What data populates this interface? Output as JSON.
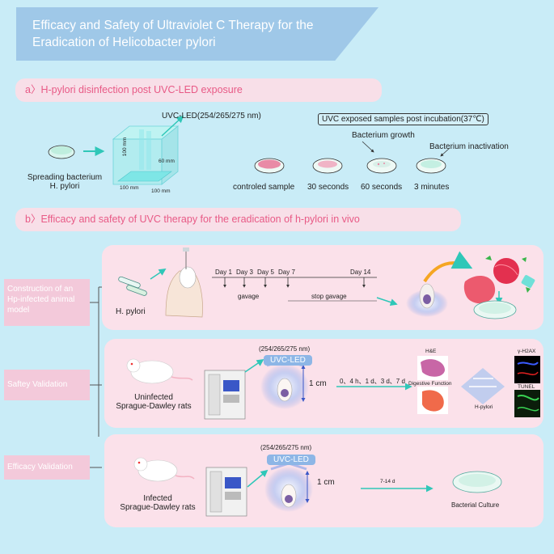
{
  "title": {
    "line1": "Efficacy and Safety of Ultraviolet C Therapy for the",
    "line2": "Eradication of Helicobacter pylori"
  },
  "section_a": {
    "label": "a〉H-pylori disinfection post UVC-LED  exposure",
    "spreading_line1": "Spreading bacterium",
    "spreading_line2": "H. pylori",
    "uvc_led": "UVC-LED(254/265/275 nm)",
    "box_dim_1": "100 mm",
    "box_dim_2": "100 mm",
    "box_dim_3": "100 mm",
    "box_inner": "60 mm",
    "incubation_box": "UVC exposed samples post incubation(37℃)",
    "bacterium_growth": "Bacterium growth",
    "bacterium_inactivation": "Bacterium inactivation",
    "samples": [
      "controled sample",
      "30 seconds",
      "60 seconds",
      "3 minutes"
    ]
  },
  "section_b": {
    "label": "b〉Efficacy and safety of UVC therapy for the eradication of h-pylori in vivo",
    "side_labels": {
      "construction": "Construction of an Hp-infected animal model",
      "safety": "Saftey Validation",
      "efficacy": "Efficacy Validation"
    },
    "model": {
      "h_pylori": "H. pylori",
      "days": [
        "Day 1",
        "Day 3",
        "Day 5",
        "Day 7",
        "Day 14"
      ],
      "gavage": "gavage",
      "stop_gavage": "stop gavage"
    },
    "safety": {
      "wavelength": "(254/265/275 nm)",
      "uvc_led": "UVC-LED",
      "distance": "1 cm",
      "rats_line1": "Uninfected",
      "rats_line2": "Sprague-Dawley rats",
      "timepoints": "0、4 h、1 d、3 d、7 d",
      "he": "H&E",
      "digestive": "Digestive Function",
      "hpylori": "H-pylori",
      "h2ax": "γ-H2AX",
      "tunel": "TUNEL"
    },
    "efficacy": {
      "wavelength": "(254/265/275 nm)",
      "uvc_led": "UVC-LED",
      "distance": "1 cm",
      "rats_line1": "Infected",
      "rats_line2": "Sprague-Dawley rats",
      "timepoints": "7-14 d",
      "culture": "Bacterial Culture"
    }
  },
  "colors": {
    "background": "#c9ecf7",
    "title_banner": "#9fc8e8",
    "section_text": "#e85a86",
    "panel": "#fbe1ea",
    "arrow": "#2fc7b8"
  },
  "icons": {
    "arrow": "arrow-right-icon",
    "dish": "petri-dish-icon",
    "rat": "rat-icon",
    "device": "uvc-device-icon"
  }
}
